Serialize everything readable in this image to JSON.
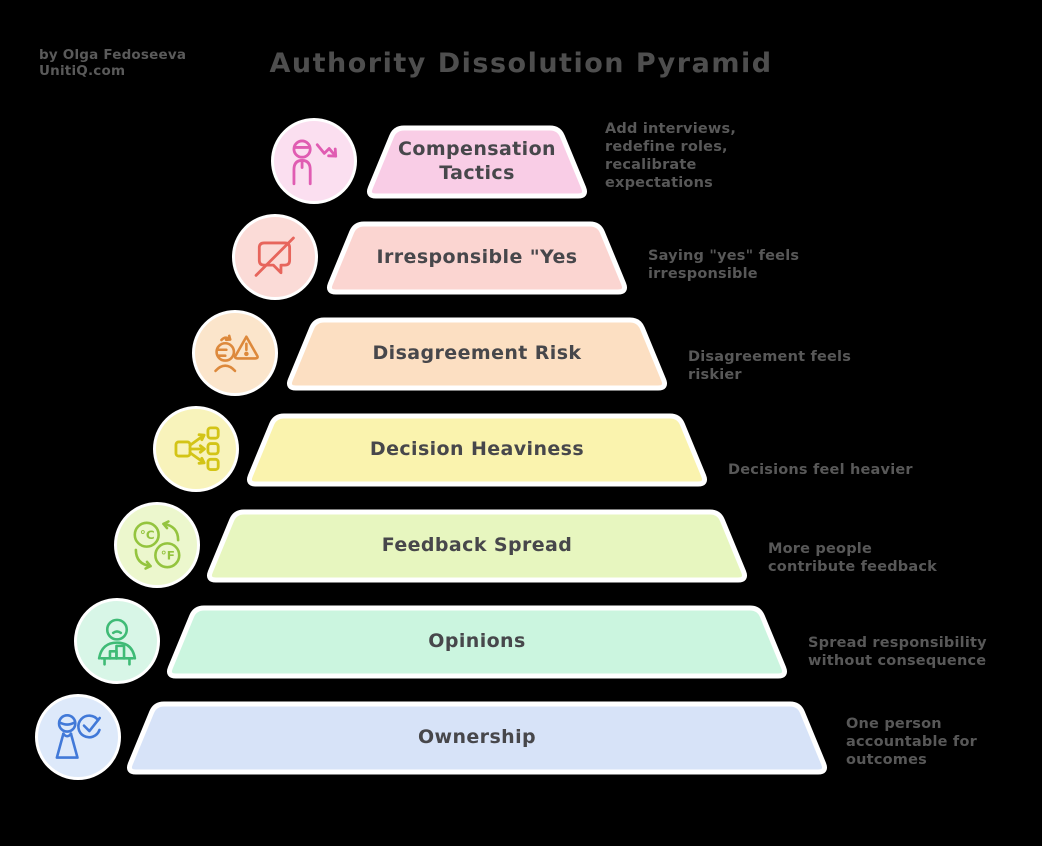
{
  "meta": {
    "attribution_line1": "by Olga Fedoseeva",
    "attribution_line2": "UnitiQ.com",
    "title": "Authority Dissolution Pyramid",
    "background_color": "#000000",
    "outline_color": "#ffffff",
    "title_color": "#4e4e4e",
    "caption_color": "#585858"
  },
  "pyramid": {
    "type": "pyramid-diagram",
    "level_count": 7,
    "order": "narrow top to wide bottom"
  },
  "levels": [
    {
      "label": "Compensation Tactics",
      "caption": "Add interviews, redefine roles, recalibrate expectations",
      "icon": "person-salary-decline-icon",
      "colors": {
        "band": "#f9cde6",
        "icon_bg": "#fbdff0",
        "icon": "#e05cb2"
      }
    },
    {
      "label": "Irresponsible \"Yes",
      "caption": "Saying \"yes\" feels irresponsible",
      "icon": "muted-speech-bubble-icon",
      "colors": {
        "band": "#fbd5d1",
        "icon_bg": "#fbdbd7",
        "icon": "#e7655c"
      }
    },
    {
      "label": "Disagreement Risk",
      "caption": "Disagreement feels riskier",
      "icon": "person-warning-icon",
      "colors": {
        "band": "#fcdfc2",
        "icon_bg": "#fbe5cb",
        "icon": "#dd893c"
      }
    },
    {
      "label": "Decision Heaviness",
      "caption": "Decisions feel heavier",
      "icon": "decision-tree-icon",
      "colors": {
        "band": "#faf3ae",
        "icon_bg": "#f8f3bb",
        "icon": "#d3c416"
      }
    },
    {
      "label": "Feedback Spread",
      "caption": "More people contribute feedback",
      "icon": "temperature-exchange-icon",
      "colors": {
        "band": "#e7f6bf",
        "icon_bg": "#ecf7cd",
        "icon": "#94c43e"
      }
    },
    {
      "label": "Opinions",
      "caption": "Spread responsibility without consequence",
      "icon": "person-chart-icon",
      "colors": {
        "band": "#cbf5df",
        "icon_bg": "#d8f6e7",
        "icon": "#3fbb76"
      }
    },
    {
      "label": "Ownership",
      "caption": "One person accountable for outcomes",
      "icon": "person-check-icon",
      "colors": {
        "band": "#d7e3f8",
        "icon_bg": "#dde9fa",
        "icon": "#4179d8"
      }
    }
  ]
}
